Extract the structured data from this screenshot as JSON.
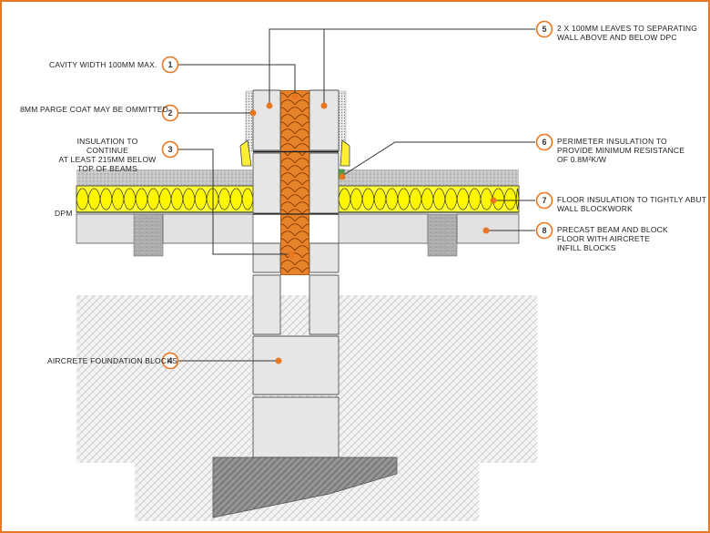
{
  "colors": {
    "callout": "#e87722",
    "floor_insulation": "#ffff33",
    "cavity_insulation": "#e8822a",
    "block": "#e6e6e6",
    "screed": "#c8c8c8",
    "ground": "#f2f2f2"
  },
  "callouts": [
    {
      "num": "1",
      "text": "Cavity width 100mm max."
    },
    {
      "num": "2",
      "text": "8mm parge coat may be ommitted"
    },
    {
      "num": "3",
      "text": "Insulation to continue\nat least 215mm below\ntop of beams"
    },
    {
      "num": "4",
      "text": "Aircrete foundation blocks"
    },
    {
      "num": "5",
      "text": "2 x 100mm leaves to separating\nwall above and below DPC"
    },
    {
      "num": "6",
      "text": "Perimeter insulation to\nprovide minimum resistance\nof 0.8m²K/W"
    },
    {
      "num": "7",
      "text": "Floor insulation to tightly abut\nwall blockwork"
    },
    {
      "num": "8",
      "text": "Precast beam and block\nfloor with aircrete\ninfill blocks"
    }
  ],
  "dpm_label": "DPM"
}
